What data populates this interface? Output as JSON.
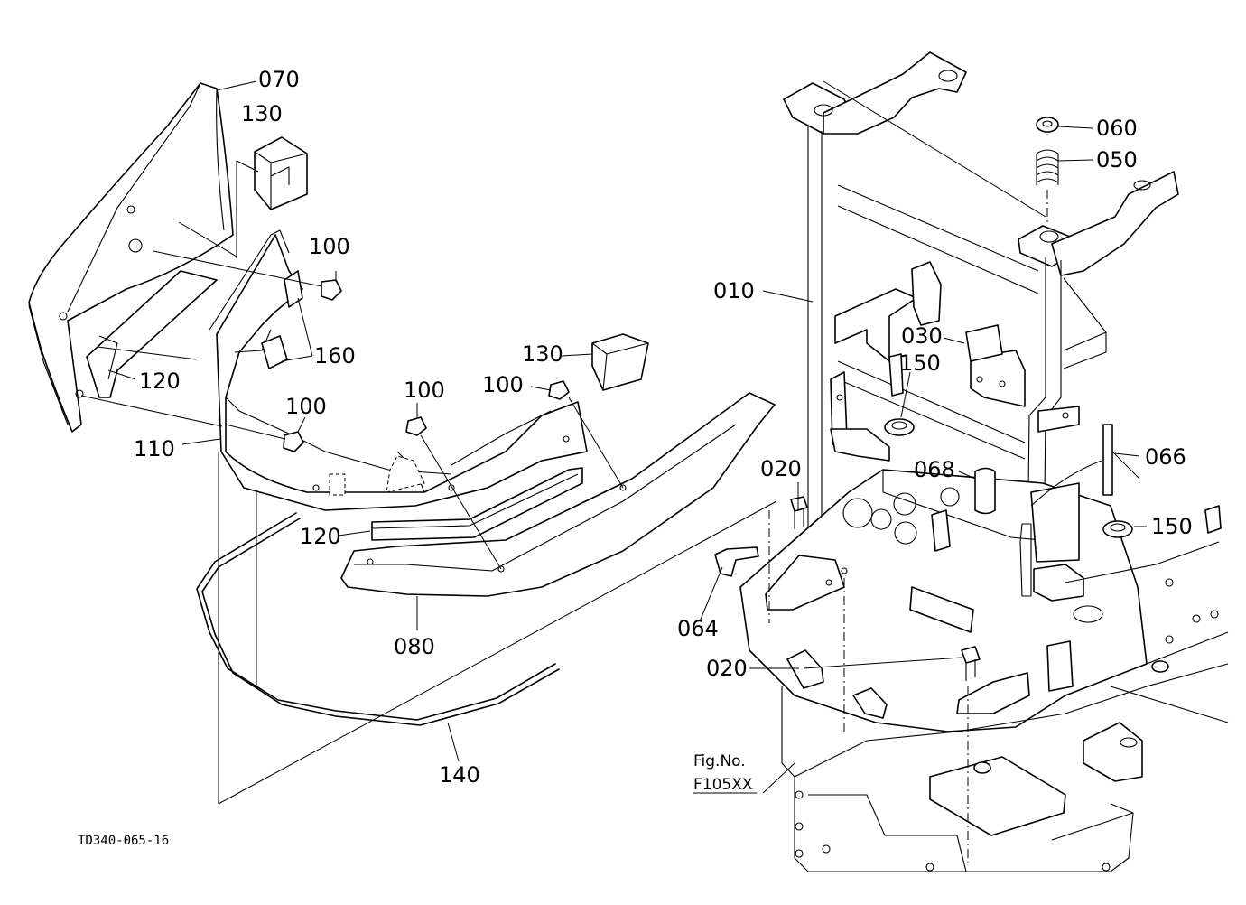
{
  "callouts": {
    "c070": "070",
    "c130a": "130",
    "c100a": "100",
    "c160": "160",
    "c120a": "120",
    "c110": "110",
    "c100b": "100",
    "c100c": "100",
    "c100d": "100",
    "c130b": "130",
    "c120b": "120",
    "c080": "080",
    "c140": "140",
    "c010": "010",
    "c060": "060",
    "c050": "050",
    "c030": "030",
    "c150a": "150",
    "c020a": "020",
    "c068": "068",
    "c066": "066",
    "c150b": "150",
    "c064": "064",
    "c020b": "020"
  },
  "figure_ref": {
    "label": "Fig.No.",
    "code": "F105XX"
  },
  "drawing_id": "TD340-065-16"
}
